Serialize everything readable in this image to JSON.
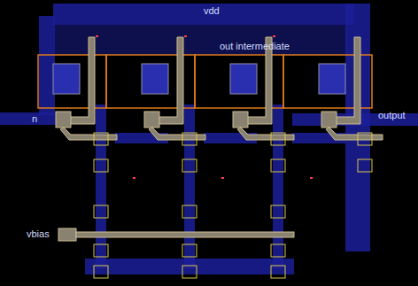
{
  "diagram": {
    "labels": [
      "vdd",
      "out intermediate",
      "n",
      "output",
      "vbias"
    ]
  }
}
